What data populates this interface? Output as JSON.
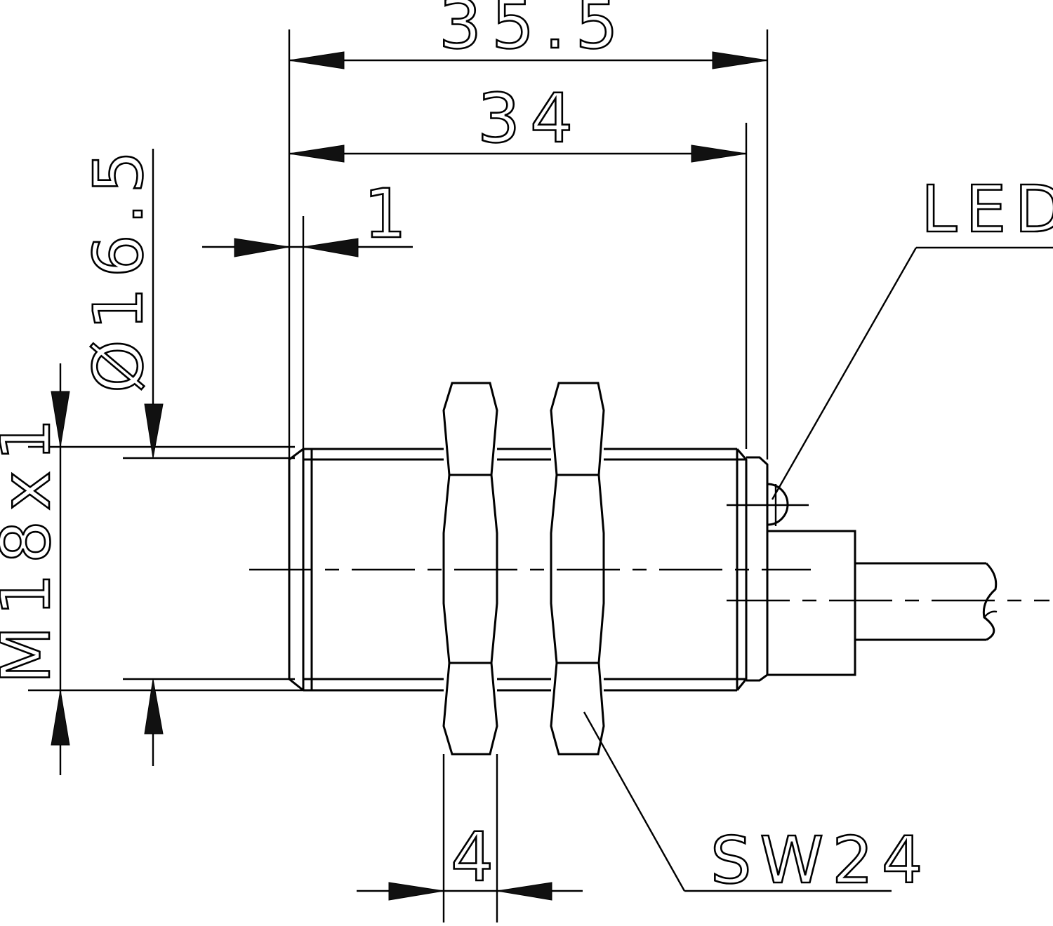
{
  "drawing": {
    "dimensions": {
      "overall_length": "35.5",
      "thread_length": "34",
      "chamfer": "1",
      "inner_diameter": "Ø16.5",
      "thread": "M18x1",
      "nut_width": "4"
    },
    "labels": {
      "led": "LED",
      "nut_size": "SW24"
    }
  }
}
